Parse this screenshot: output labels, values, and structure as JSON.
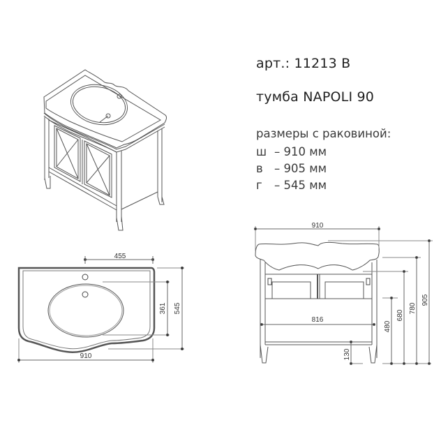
{
  "product": {
    "article_label": "арт.: 11213 B",
    "name_label": "тумба NAPOLI 90"
  },
  "specs": {
    "heading": "размеры с раковиной:",
    "rows": [
      {
        "key": "ш",
        "value": "– 910 мм"
      },
      {
        "key": "в",
        "value": "– 905 мм"
      },
      {
        "key": "г",
        "value": "– 545 мм"
      }
    ]
  },
  "drawings": {
    "isometric": {
      "label": "isometric view of vanity unit with basin"
    },
    "top_view": {
      "dims": {
        "faucet_offset": "455",
        "basin_depth": "361",
        "total_depth": "545",
        "total_width": "910"
      }
    },
    "front_view": {
      "dims": {
        "total_width": "910",
        "cabinet_width": "816",
        "leg_height": "130",
        "h480": "480",
        "h680": "680",
        "h780": "780",
        "total_height": "905"
      }
    }
  },
  "colors": {
    "line": "#555555",
    "dark_line": "#333333",
    "background": "#ffffff"
  }
}
